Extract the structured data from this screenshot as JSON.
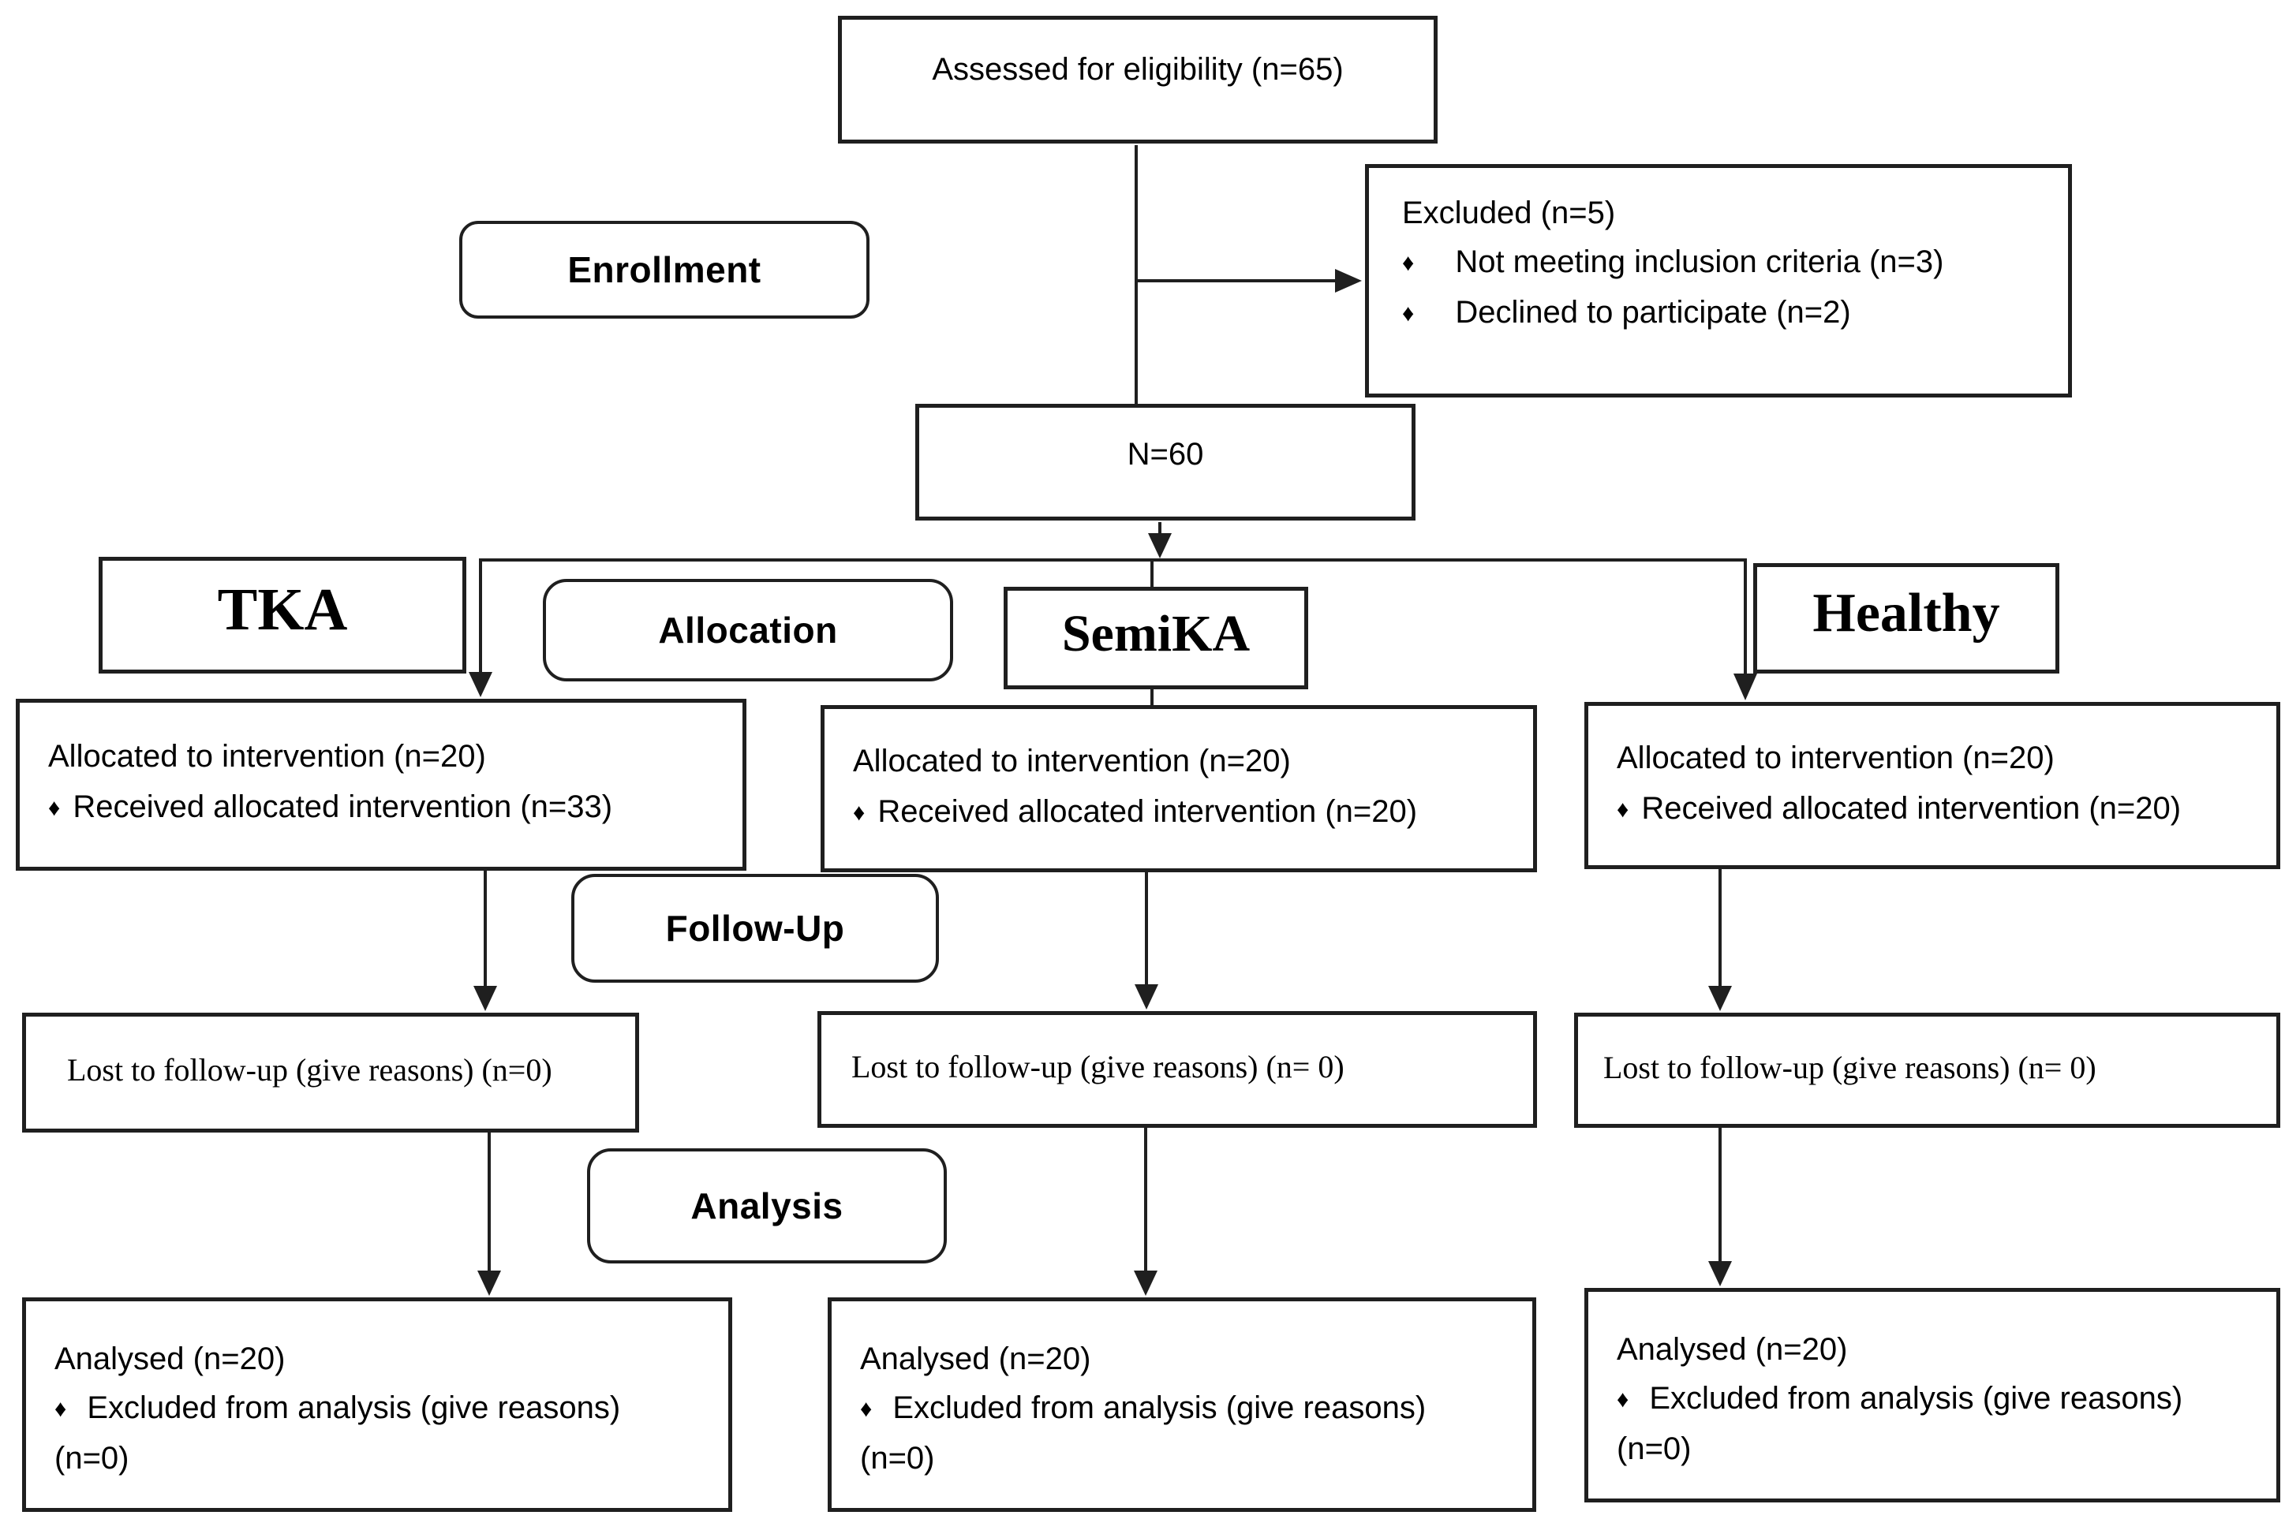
{
  "figure": {
    "bullet": "♦",
    "top": {
      "assessed": "Assessed for eligibility (n=65)",
      "excluded_title": "Excluded (n=5)",
      "excluded_items": [
        "Not meeting inclusion criteria (n=3)",
        "Declined to participate (n=2)"
      ],
      "randomized_n": "N=60"
    },
    "stage_labels": {
      "enrollment": "Enrollment",
      "allocation": "Allocation",
      "followup": "Follow-Up",
      "analysis": "Analysis"
    },
    "groups": {
      "g1": "TKA",
      "g2": "SemiKA",
      "g3": "Healthy"
    },
    "allocation_row": [
      {
        "line1": "Allocated to intervention (n=20)",
        "bullet_line": "Received allocated intervention (n=33)"
      },
      {
        "line1": "Allocated to intervention (n=20)",
        "bullet_line": "Received allocated intervention (n=20)"
      },
      {
        "line1": "Allocated to intervention (n=20)",
        "bullet_line": "Received allocated intervention (n=20)"
      }
    ],
    "followup_row": [
      "Lost to follow-up (give reasons) (n=0)",
      "Lost to follow-up (give reasons) (n= 0)",
      "Lost to follow-up (give reasons) (n= 0)"
    ],
    "analysis_row": [
      {
        "line1": "Analysed (n=20)",
        "bullet_line": "Excluded from analysis (give reasons)",
        "line3": "(n=0)"
      },
      {
        "line1": "Analysed (n=20)",
        "bullet_line": "Excluded from analysis (give reasons)",
        "line3": "(n=0)"
      },
      {
        "line1": "Analysed (n=20)",
        "bullet_line": "Excluded from analysis (give reasons)",
        "line3": "(n=0)"
      }
    ],
    "colors": {
      "line": "#1f1f1f",
      "background": "#ffffff",
      "text": "#000000"
    }
  }
}
